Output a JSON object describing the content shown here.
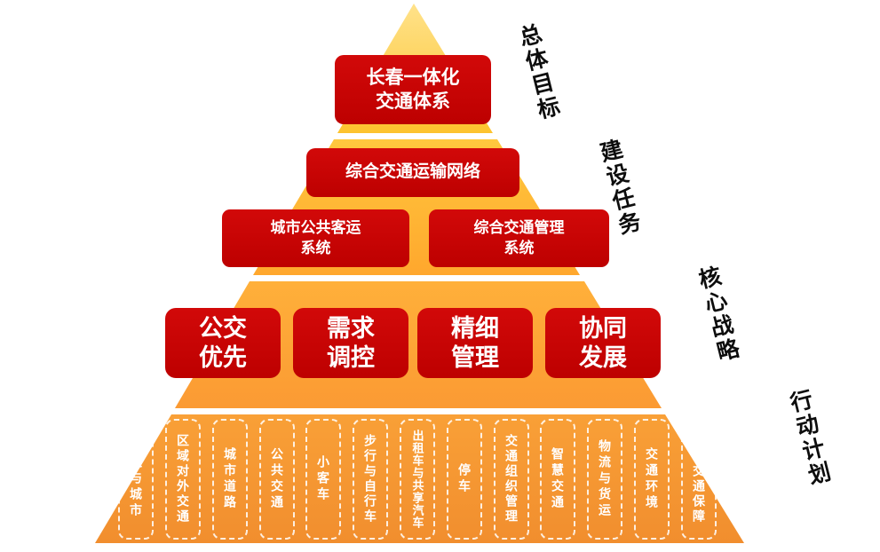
{
  "pyramid": {
    "title_hint": "长春一体化交通体系金字塔图",
    "colors": {
      "box_red": "#c40000",
      "tier1_top": "#ffe28a",
      "tier1_bottom": "#fdc32e",
      "tier2_top": "#ffc83e",
      "tier2_bottom": "#ffa72d",
      "tier3_top": "#ffb03a",
      "tier3_bottom": "#fb9a33",
      "tier4_top": "#f9a037",
      "tier4_bottom": "#f18e2e",
      "label_text": "#0d0d0d",
      "box_text": "#ffffff"
    },
    "tier_labels": [
      {
        "label": "总体目标"
      },
      {
        "label": "建设任务"
      },
      {
        "label": "核心战略"
      },
      {
        "label": "行动计划"
      }
    ],
    "goal_box": {
      "line1": "长春一体化",
      "line2": "交通体系"
    },
    "network_box": {
      "label": "综合交通运输网络"
    },
    "passenger_box": {
      "line1": "城市公共客运",
      "line2": "系统"
    },
    "management_box": {
      "line1": "综合交通管理",
      "line2": "系统"
    },
    "strategies": [
      {
        "line1": "公交",
        "line2": "优先"
      },
      {
        "line1": "需求",
        "line2": "调控"
      },
      {
        "line1": "精细",
        "line2": "管理"
      },
      {
        "line1": "协同",
        "line2": "发展"
      }
    ],
    "action_items": [
      "交通与城市",
      "区域对外交通",
      "城市道路",
      "公共交通",
      "小客车",
      "步行与自行车",
      "出租车与共享汽车",
      "停车",
      "交通组织管理",
      "智慧交通",
      "物流与货运",
      "交通环境",
      "综合交通保障"
    ]
  }
}
